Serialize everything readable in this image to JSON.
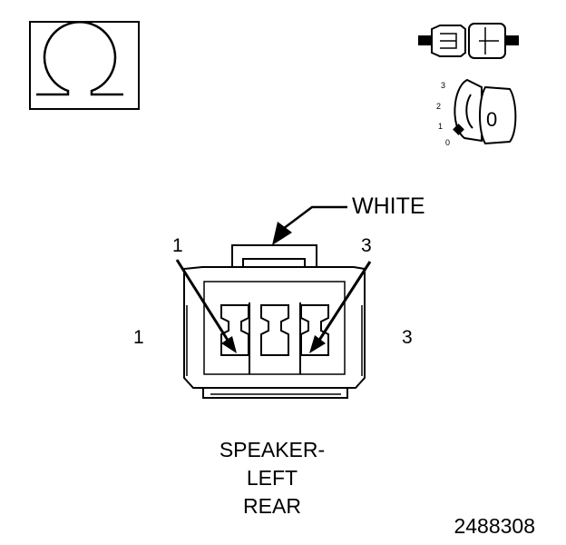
{
  "symbol": {
    "icon": "ohm-symbol-icon"
  },
  "key_icon": {
    "icon": "ignition-key-icon",
    "positions": [
      "3",
      "2",
      "1",
      "0"
    ],
    "key_label": "0"
  },
  "connector_icon": {
    "icon": "connector-plug-icon"
  },
  "connector": {
    "wire_color_label": "WHITE",
    "pin_top_left": "1",
    "pin_top_right": "3",
    "pin_side_left": "1",
    "pin_side_right": "3"
  },
  "caption": {
    "line1": "SPEAKER-",
    "line2": "LEFT",
    "line3": "REAR"
  },
  "figure_id": "2488308"
}
